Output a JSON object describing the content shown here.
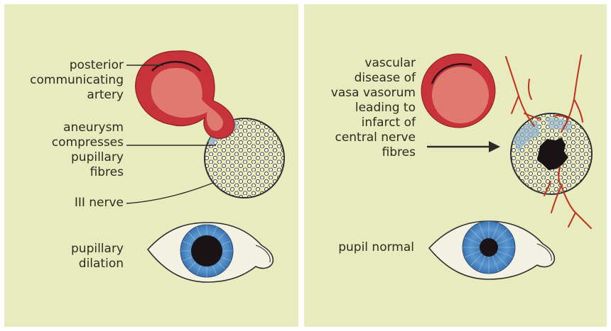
{
  "left_panel": {
    "labels": {
      "posterior": [
        "posterior",
        "communicating",
        "artery"
      ],
      "aneurysm": [
        "aneurysm",
        "compresses",
        "pupillary",
        "fibres"
      ],
      "nerve": "III nerve",
      "dilation": [
        "pupillary",
        "dilation"
      ]
    }
  },
  "right_panel": {
    "labels": {
      "vascular": [
        "vascular",
        "disease of",
        "vasa vasorum",
        "leading to",
        "infarct of",
        "central nerve",
        "fibres"
      ],
      "pupil": "pupil normal"
    }
  },
  "colors": {
    "background": "#e8ebbd",
    "artery_wall": "#c8323a",
    "artery_lumen": "#e07a70",
    "iris": "#4b86c0",
    "pupil": "#1a1416",
    "nerve_fill": "#f4f4ea",
    "vessel": "#c0301e"
  }
}
